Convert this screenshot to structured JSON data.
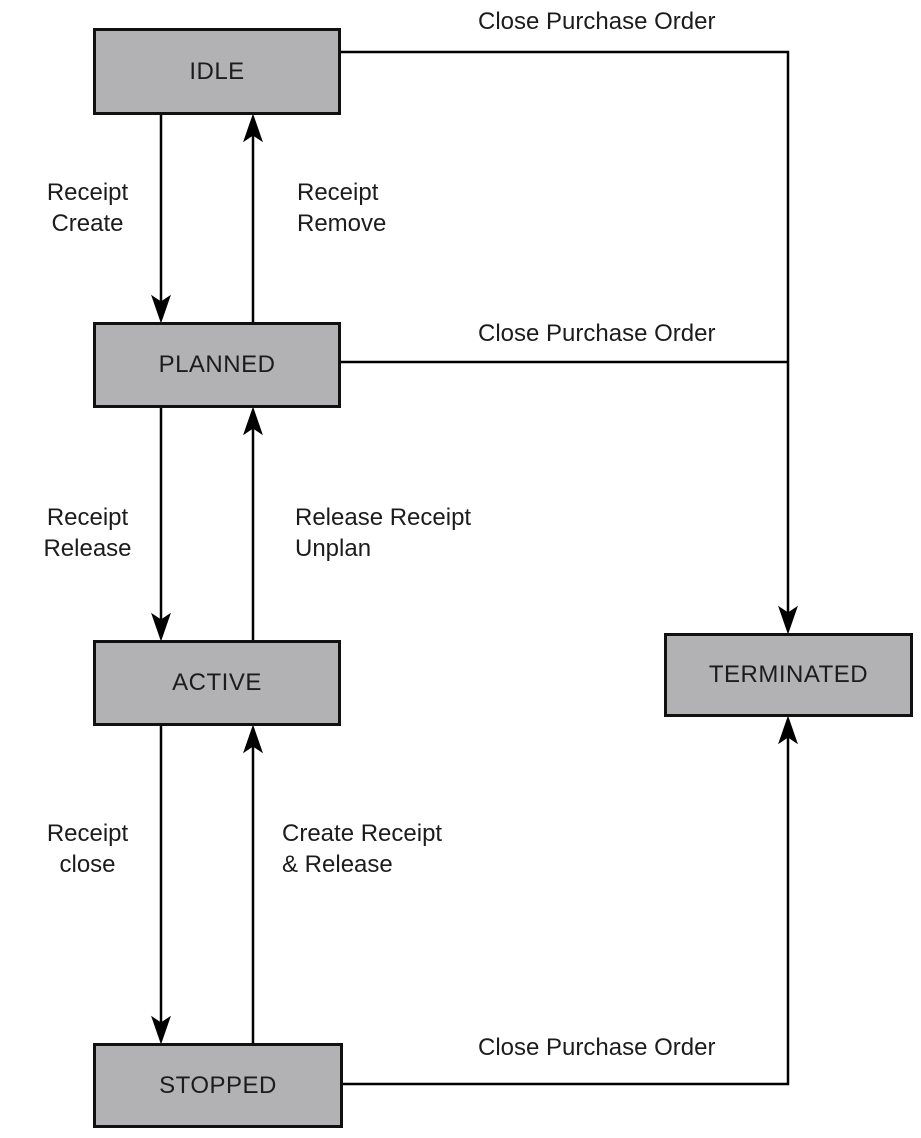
{
  "diagram": {
    "type": "state-diagram",
    "background": "#ffffff",
    "colors": {
      "box_fill": "#b2b2b4",
      "box_border": "#111111",
      "line": "#000000",
      "text": "#1c1c1c"
    }
  },
  "nodes": [
    {
      "id": "idle",
      "label": "IDLE"
    },
    {
      "id": "planned",
      "label": "PLANNED"
    },
    {
      "id": "active",
      "label": "ACTIVE"
    },
    {
      "id": "stopped",
      "label": "STOPPED"
    },
    {
      "id": "terminated",
      "label": "TERMINATED"
    }
  ],
  "edges": [
    {
      "from": "idle",
      "to": "planned",
      "label": "Receipt\nCreate"
    },
    {
      "from": "planned",
      "to": "idle",
      "label": "Receipt\nRemove"
    },
    {
      "from": "planned",
      "to": "active",
      "label": "Receipt\nRelease"
    },
    {
      "from": "active",
      "to": "planned",
      "label": "Release Receipt\nUnplan"
    },
    {
      "from": "active",
      "to": "stopped",
      "label": "Receipt\nclose"
    },
    {
      "from": "stopped",
      "to": "active",
      "label": "Create Receipt\n& Release"
    },
    {
      "from": "idle",
      "to": "terminated",
      "label": "Close Purchase Order"
    },
    {
      "from": "planned",
      "to": "terminated",
      "label": "Close Purchase Order"
    },
    {
      "from": "stopped",
      "to": "terminated",
      "label": "Close Purchase Order"
    }
  ]
}
